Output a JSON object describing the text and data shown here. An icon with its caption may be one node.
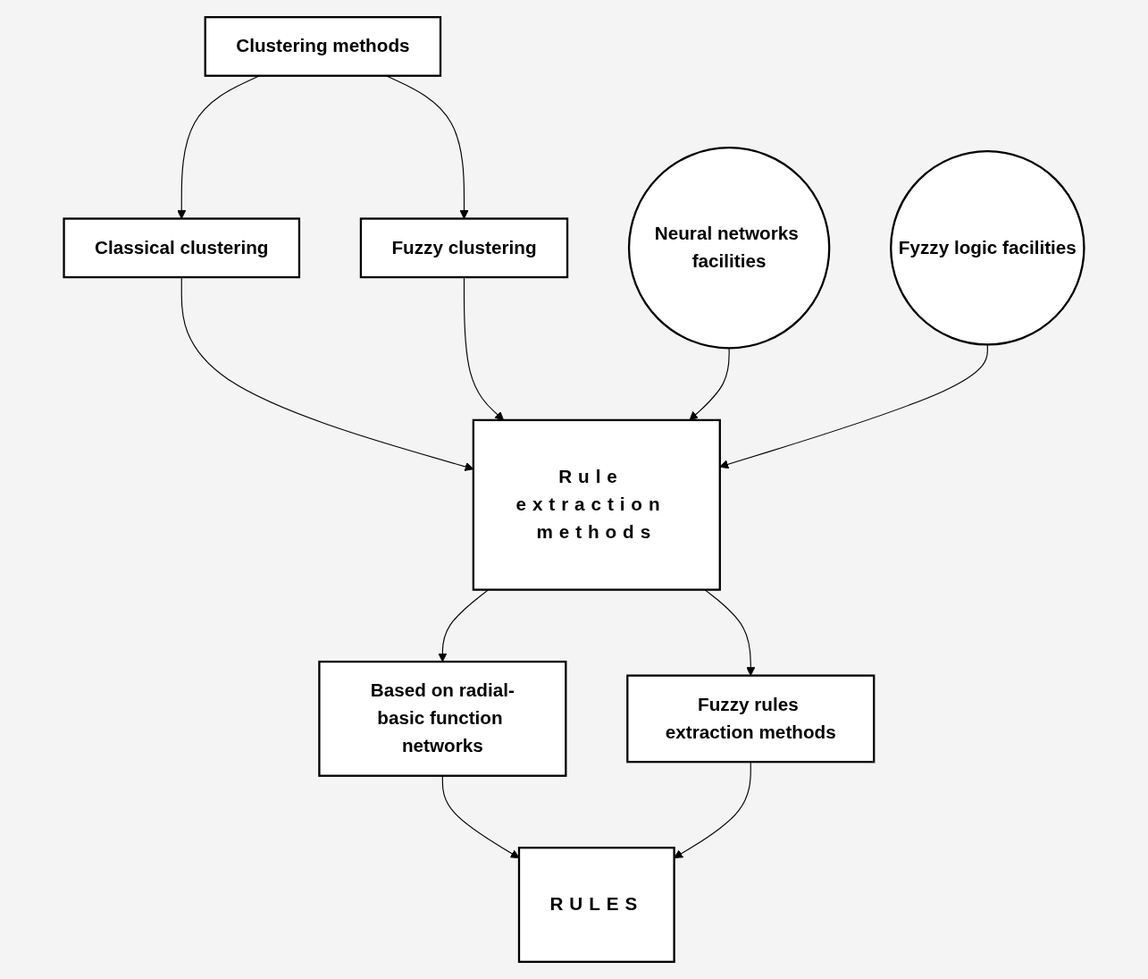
{
  "diagram": {
    "nodes": [
      {
        "text": [
          "Clustering methods"
        ]
      },
      {
        "text": [
          "Classical clustering"
        ]
      },
      {
        "text": [
          "Fuzzy clustering"
        ]
      },
      {
        "text": [
          "Neural networks facilities"
        ]
      },
      {
        "text": [
          "Fyzzy logic facilities"
        ]
      },
      {
        "text": [
          "Rule extraction methods"
        ]
      },
      {
        "text": [
          "Based on radial-basic function networks"
        ]
      },
      {
        "text": [
          "Fuzzy rules extraction methods"
        ]
      },
      {
        "text": [
          "RULES"
        ]
      }
    ],
    "edges": [
      {
        "from": 0,
        "to": 1,
        "arrow": "to"
      },
      {
        "from": 0,
        "to": 2,
        "arrow": "to"
      },
      {
        "from": 1,
        "to": 5,
        "arrow": "to"
      },
      {
        "from": 2,
        "to": 5,
        "arrow": "to"
      },
      {
        "from": 3,
        "to": 5,
        "arrow": "to"
      },
      {
        "from": 4,
        "to": 5,
        "arrow": "to"
      },
      {
        "from": 5,
        "to": 6,
        "arrow": "to"
      },
      {
        "from": 5,
        "to": 7,
        "arrow": "to"
      },
      {
        "from": 6,
        "to": 8,
        "arrow": "to"
      },
      {
        "from": 7,
        "to": 8,
        "arrow": "to"
      }
    ]
  }
}
